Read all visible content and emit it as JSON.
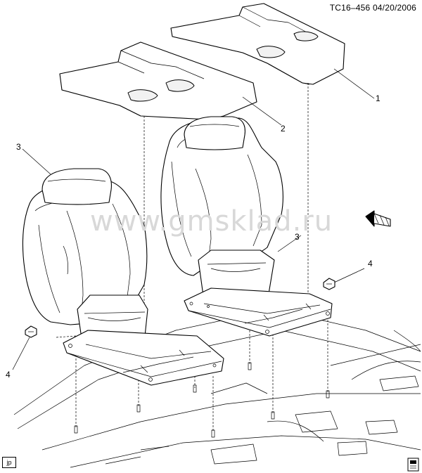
{
  "diagram": {
    "header_code": "TC16–456  04/20/2006",
    "watermark": "www.gmsklad.ru",
    "footer_tag": "jp",
    "callouts": {
      "c1": "1",
      "c2": "2",
      "c3_left": "3",
      "c3_right": "3",
      "c4_left": "4",
      "c4_right": "4"
    },
    "icons": [
      "direction-arrow-icon",
      "corner-logo-icon"
    ]
  }
}
